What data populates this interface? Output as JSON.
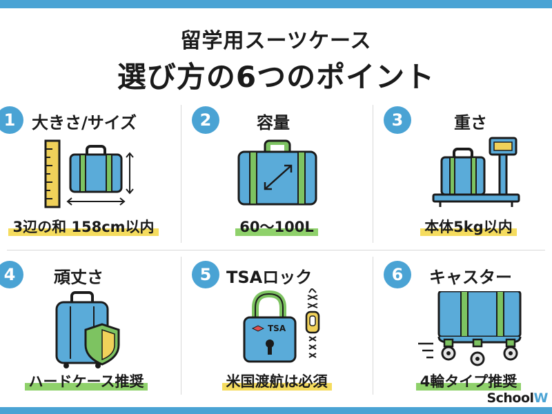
{
  "title": {
    "line1": "留学用スーツケース",
    "line2": "選び方の6つのポイント"
  },
  "points": [
    {
      "number": "1",
      "label": "大きさ/サイズ",
      "caption": "3辺の和 158cm以内",
      "highlight": "yellow"
    },
    {
      "number": "2",
      "label": "容量",
      "caption": "60〜100L",
      "highlight": "green"
    },
    {
      "number": "3",
      "label": "重さ",
      "caption": "本体5kg以内",
      "highlight": "yellow"
    },
    {
      "number": "4",
      "label": "頑丈さ",
      "caption": "ハードケース推奨",
      "highlight": "green"
    },
    {
      "number": "5",
      "label": "TSAロック",
      "caption": "米国渡航は必須",
      "highlight": "yellow"
    },
    {
      "number": "6",
      "label": "キャスター",
      "caption": "4輪タイプ推奨",
      "highlight": "green"
    }
  ],
  "lock_text": "TSA",
  "logo": {
    "text": "School",
    "suffix": "W"
  },
  "colors": {
    "accent": "#4aa3d4",
    "luggage": "#5aabd9",
    "strap": "#7dc361",
    "highlight_yellow": "#f5dc5e",
    "highlight_green": "#8fd16b",
    "ruler": "#f0d15a"
  }
}
